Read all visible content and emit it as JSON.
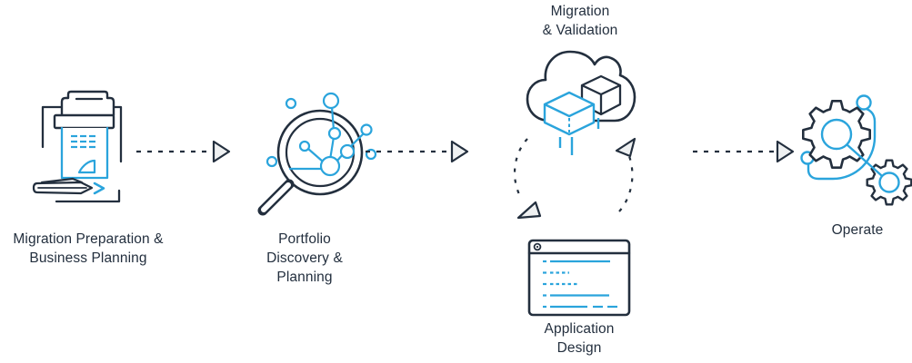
{
  "colors": {
    "dark": "#232F3E",
    "accent": "#2AA4DC",
    "arrowfill": "#EFF1F2",
    "background": "#FFFFFF"
  },
  "steps": [
    {
      "label": "Migration Preparation &\nBusiness Planning",
      "icon": "printer-document-pen-icon"
    },
    {
      "label": "Portfolio\nDiscovery &\nPlanning",
      "icon": "magnifying-glass-network-icon"
    },
    {
      "label": "Migration\n& Validation",
      "icon": "cloud-with-cubes-icon"
    },
    {
      "label": "Application\nDesign",
      "icon": "code-window-icon"
    },
    {
      "label": "Operate",
      "icon": "gears-icon"
    }
  ],
  "connectors": [
    {
      "type": "dashed-arrow-right",
      "from": "migration-preparation",
      "to": "portfolio-discovery"
    },
    {
      "type": "dashed-arrow-right",
      "from": "portfolio-discovery",
      "to": "migration-validation"
    },
    {
      "type": "dashed-arrow-right",
      "from": "migration-validation",
      "to": "operate"
    },
    {
      "type": "dashed-cycle",
      "between": [
        "migration-validation",
        "application-design"
      ]
    }
  ]
}
